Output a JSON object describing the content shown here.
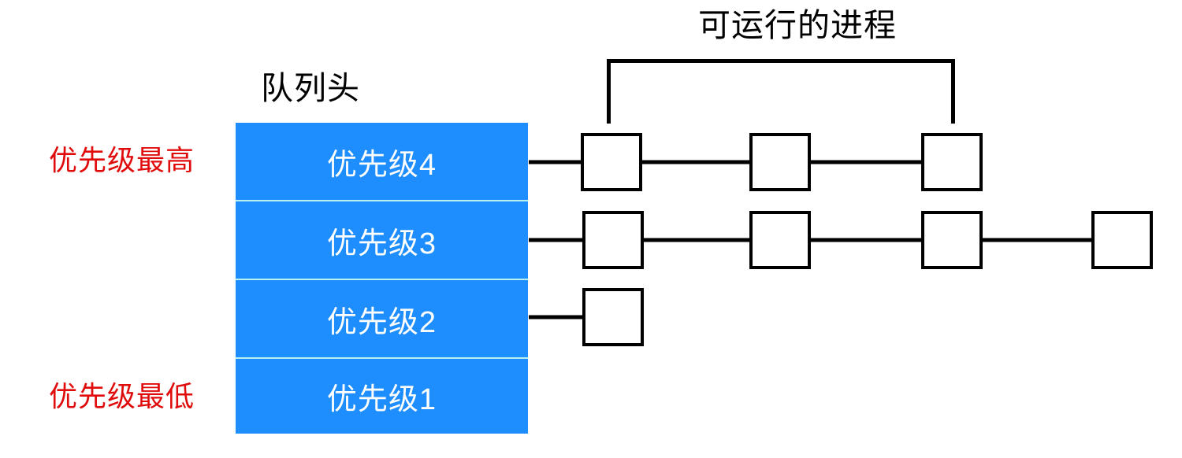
{
  "diagram": {
    "title_runnable": "可运行的进程",
    "title_queue_head": "队列头",
    "priority_highest_note": "优先级最高",
    "priority_lowest_note": "优先级最低",
    "colors": {
      "queue_blue": "#1E8EFF",
      "queue_divider": "#B9F0F2",
      "note_red": "#E00C0C",
      "line_black": "#000000",
      "background": "#FFFFFF",
      "queue_text": "#FFFFFF"
    },
    "queue_levels": [
      {
        "label": "优先级4",
        "process_count": 3
      },
      {
        "label": "优先级3",
        "process_count": 4
      },
      {
        "label": "优先级2",
        "process_count": 1
      },
      {
        "label": "优先级1",
        "process_count": 0
      }
    ],
    "bracket": {
      "covers_label": "可运行的进程",
      "spans_level": "优先级4"
    }
  }
}
